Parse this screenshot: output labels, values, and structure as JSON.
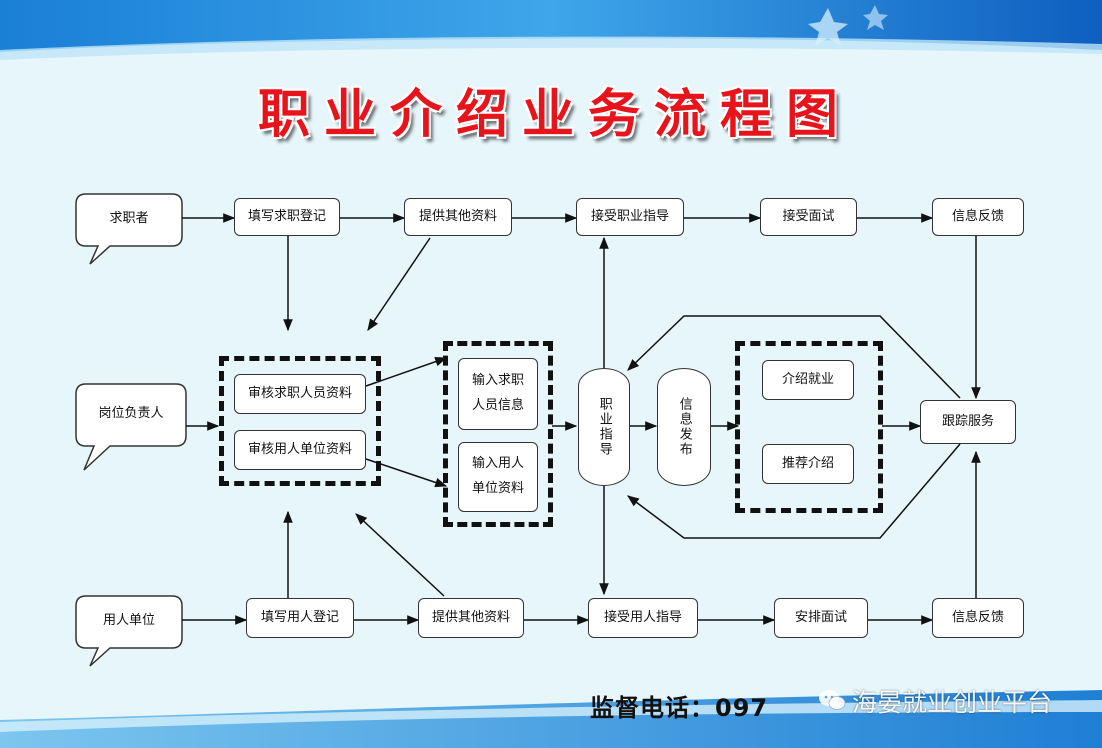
{
  "title": "职业介绍业务流程图",
  "nodes": {
    "seeker": "求职者",
    "post_owner": "岗位负责人",
    "employer": "用人单位",
    "fill_job_reg": "填写求职登记",
    "provide_info_top": "提供其他资料",
    "accept_career_guidance": "接受职业指导",
    "accept_interview": "接受面试",
    "feedback_top": "信息反馈",
    "review_seeker": "审核求职人员资料",
    "review_employer": "审核用人单位资料",
    "input_seeker": "输入求职人员信息",
    "input_employer": "输入用人单位资料",
    "career_guidance": "职业指导",
    "info_release": "信息发布",
    "recommend_job": "介绍就业",
    "recommend_intro": "推荐介绍",
    "tracking_service": "跟踪服务",
    "fill_employer_reg": "填写用人登记",
    "provide_info_bottom": "提供其他资料",
    "accept_employer_guidance": "接受用人指导",
    "arrange_interview": "安排面试",
    "feedback_bottom": "信息反馈"
  },
  "footer": {
    "hotline_label": "监督电话：",
    "hotline_visible": "097",
    "watermark": "海晏就业创业平台"
  }
}
